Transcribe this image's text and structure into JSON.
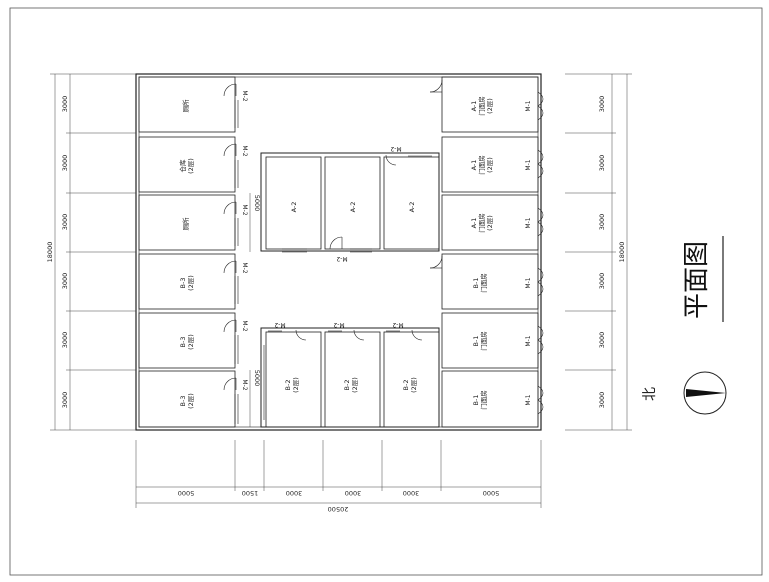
{
  "title": "平面图",
  "north_label": "北",
  "dims": {
    "left": [
      "3000",
      "3000",
      "3000",
      "3000",
      "3000",
      "3000"
    ],
    "left_total": "18000",
    "right": [
      "3000",
      "3000",
      "3000",
      "3000",
      "3000",
      "3000"
    ],
    "right_total": "18000",
    "bottom": [
      "5000",
      "1500",
      "3000",
      "3000",
      "3000",
      "5000"
    ],
    "bottom_total": "20500",
    "corridor": [
      "5000",
      "5000"
    ]
  },
  "doors": {
    "m2": "M-2",
    "m1": "M-1"
  },
  "rooms": {
    "toilet": "厕所",
    "storage": "仓库",
    "storage_floors": "(2层)",
    "b3": "B-3",
    "b3_floors": "(2层)",
    "a2": "A-2",
    "b2": "B-2",
    "b2_floors": "(2层)",
    "a1": "A-1",
    "a1_use": "门面房",
    "a1_floors": "(2层)",
    "b1": "B-1",
    "b1_use": "门面房"
  }
}
